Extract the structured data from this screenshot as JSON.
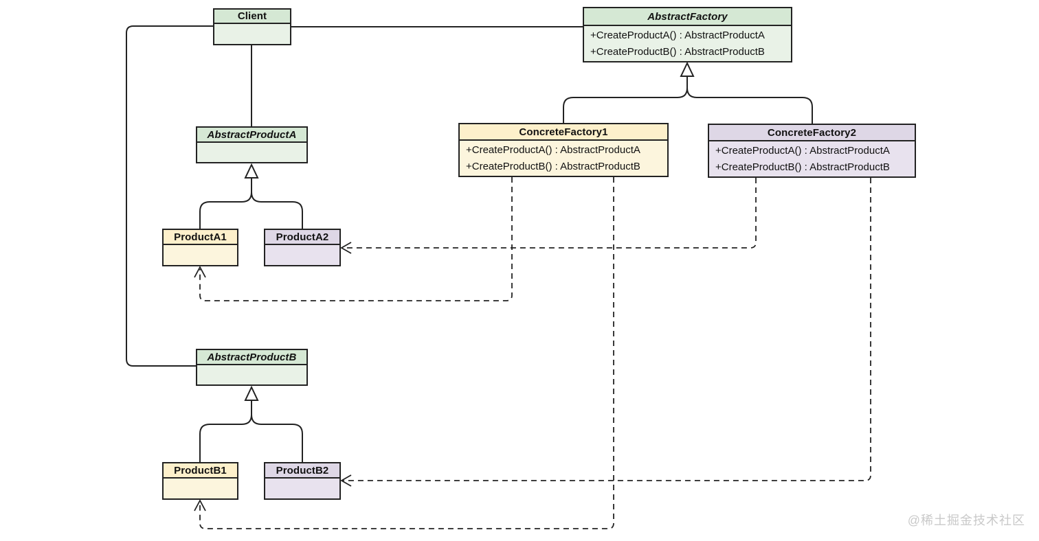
{
  "classes": {
    "client": {
      "title": "Client"
    },
    "abstract_factory": {
      "title": "AbstractFactory",
      "methods": [
        "+CreateProductA() : AbstractProductA",
        "+CreateProductB() : AbstractProductB"
      ]
    },
    "concrete_factory1": {
      "title": "ConcreteFactory1",
      "methods": [
        "+CreateProductA() : AbstractProductA",
        "+CreateProductB() : AbstractProductB"
      ]
    },
    "concrete_factory2": {
      "title": "ConcreteFactory2",
      "methods": [
        "+CreateProductA() : AbstractProductA",
        "+CreateProductB() : AbstractProductB"
      ]
    },
    "abstract_product_a": {
      "title": "AbstractProductA"
    },
    "product_a1": {
      "title": "ProductA1"
    },
    "product_a2": {
      "title": "ProductA2"
    },
    "abstract_product_b": {
      "title": "AbstractProductB"
    },
    "product_b1": {
      "title": "ProductB1"
    },
    "product_b2": {
      "title": "ProductB2"
    }
  },
  "relationships": [
    {
      "from": "ConcreteFactory1",
      "to": "AbstractFactory",
      "type": "inheritance"
    },
    {
      "from": "ConcreteFactory2",
      "to": "AbstractFactory",
      "type": "inheritance"
    },
    {
      "from": "ProductA1",
      "to": "AbstractProductA",
      "type": "inheritance"
    },
    {
      "from": "ProductA2",
      "to": "AbstractProductA",
      "type": "inheritance"
    },
    {
      "from": "ProductB1",
      "to": "AbstractProductB",
      "type": "inheritance"
    },
    {
      "from": "ProductB2",
      "to": "AbstractProductB",
      "type": "inheritance"
    },
    {
      "from": "Client",
      "to": "AbstractFactory",
      "type": "association"
    },
    {
      "from": "Client",
      "to": "AbstractProductA",
      "type": "association"
    },
    {
      "from": "Client",
      "to": "AbstractProductB",
      "type": "association"
    },
    {
      "from": "ConcreteFactory1",
      "to": "ProductA1",
      "type": "dashed-dependency"
    },
    {
      "from": "ConcreteFactory1",
      "to": "ProductB1",
      "type": "dashed-dependency"
    },
    {
      "from": "ConcreteFactory2",
      "to": "ProductA2",
      "type": "dashed-dependency"
    },
    {
      "from": "ConcreteFactory2",
      "to": "ProductB2",
      "type": "dashed-dependency"
    }
  ],
  "colors": {
    "abstract_class_fill": "#d5e8d4",
    "concrete_factory1_fill": "#fdf0cb",
    "concrete_factory2_fill": "#ded7e6",
    "border": "#222222",
    "background": "#ffffff",
    "watermark": "#c9c9c9"
  },
  "watermark": "@稀土掘金技术社区"
}
